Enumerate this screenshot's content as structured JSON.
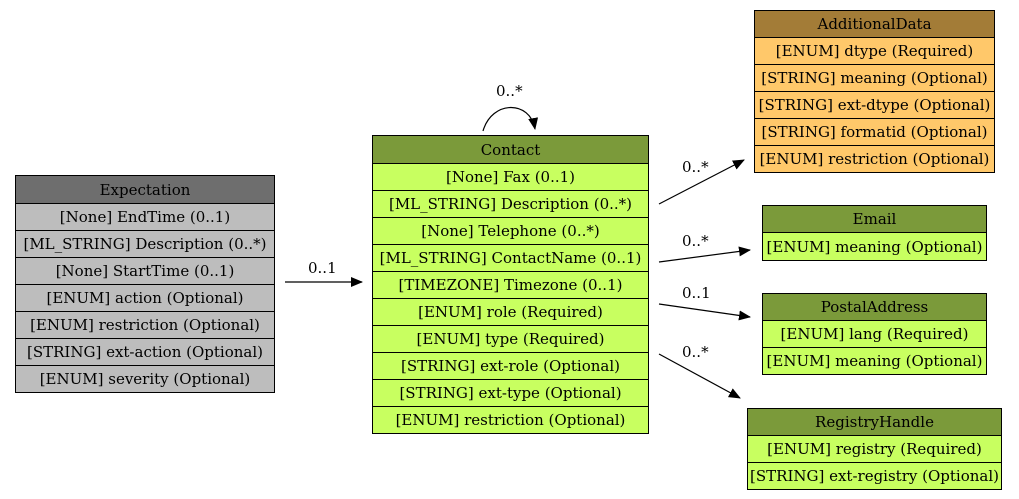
{
  "nodes": {
    "expectation": {
      "title": "Expectation",
      "rows": [
        "[None] EndTime (0..1)",
        "[ML_STRING] Description (0..*)",
        "[None] StartTime (0..1)",
        "[ENUM] action (Optional)",
        "[ENUM] restriction (Optional)",
        "[STRING] ext-action (Optional)",
        "[ENUM] severity (Optional)"
      ]
    },
    "contact": {
      "title": "Contact",
      "rows": [
        "[None] Fax (0..1)",
        "[ML_STRING] Description (0..*)",
        "[None] Telephone (0..*)",
        "[ML_STRING] ContactName (0..1)",
        "[TIMEZONE] Timezone (0..1)",
        "[ENUM] role (Required)",
        "[ENUM] type (Required)",
        "[STRING] ext-role (Optional)",
        "[STRING] ext-type (Optional)",
        "[ENUM] restriction (Optional)"
      ]
    },
    "additional_data": {
      "title": "AdditionalData",
      "rows": [
        "[ENUM] dtype (Required)",
        "[STRING] meaning (Optional)",
        "[STRING] ext-dtype (Optional)",
        "[STRING] formatid (Optional)",
        "[ENUM] restriction (Optional)"
      ]
    },
    "email": {
      "title": "Email",
      "rows": [
        "[ENUM] meaning (Optional)"
      ]
    },
    "postal_address": {
      "title": "PostalAddress",
      "rows": [
        "[ENUM] lang (Required)",
        "[ENUM] meaning (Optional)"
      ]
    },
    "registry_handle": {
      "title": "RegistryHandle",
      "rows": [
        "[ENUM] registry (Required)",
        "[STRING] ext-registry (Optional)"
      ]
    }
  },
  "edges": {
    "expectation_contact": "0..1",
    "contact_self": "0..*",
    "contact_additional_data": "0..*",
    "contact_email": "0..*",
    "contact_postal_address": "0..1",
    "contact_registry_handle": "0..*"
  }
}
